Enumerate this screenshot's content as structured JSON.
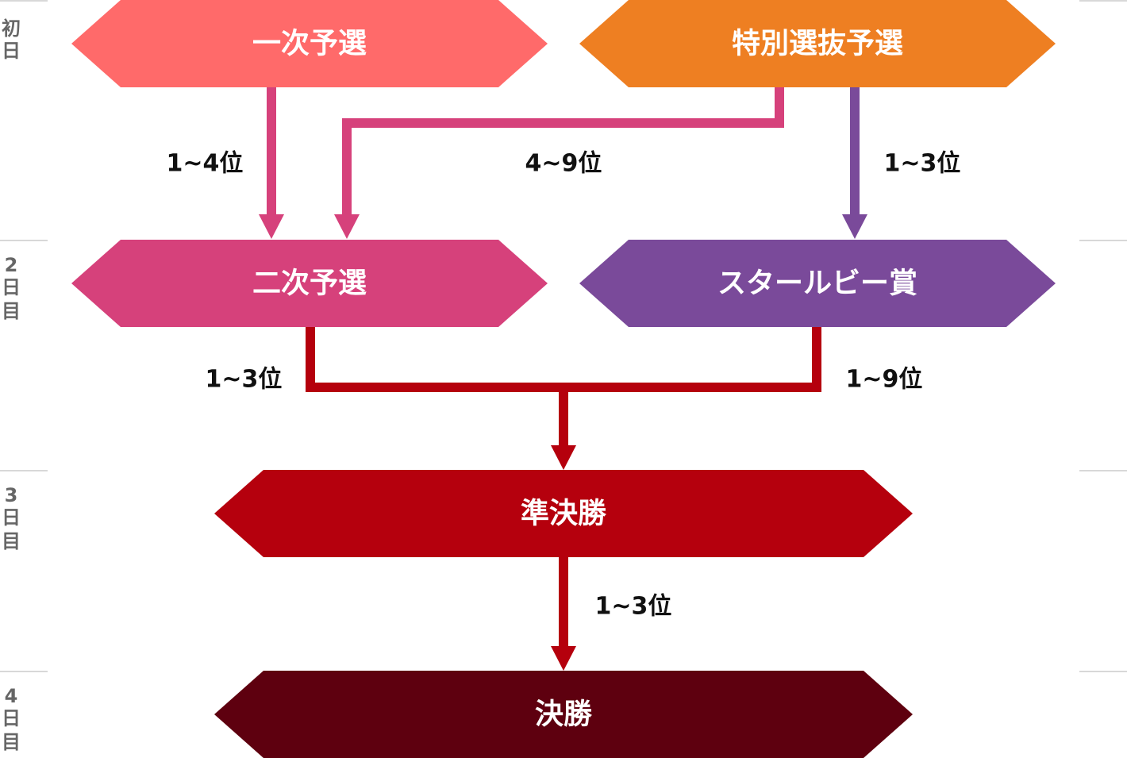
{
  "colors": {
    "first_prelim": "#ff6a6a",
    "special_prelim": "#ee7f22",
    "second_prelim": "#d6417b",
    "star_rubies": "#7a4a9a",
    "semifinal": "#b5000d",
    "final": "#5e000f",
    "day_rule": "#cccccc",
    "day_text": "#666666"
  },
  "days": [
    {
      "chars": [
        "初",
        "日"
      ]
    },
    {
      "chars": [
        "2",
        "日",
        "目"
      ]
    },
    {
      "chars": [
        "3",
        "日",
        "目"
      ]
    },
    {
      "chars": [
        "4",
        "日",
        "目"
      ]
    }
  ],
  "nodes": {
    "first_prelim": "一次予選",
    "special_prelim": "特別選抜予選",
    "second_prelim": "二次予選",
    "star_rubies": "スタールビー賞",
    "semifinal": "準決勝",
    "final": "決勝"
  },
  "edges": {
    "first_to_second": "1~4位",
    "special_to_second": "4~9位",
    "special_to_star": "1~3位",
    "second_to_semi": "1~3位",
    "star_to_semi": "1~9位",
    "semi_to_final": "1~3位"
  }
}
